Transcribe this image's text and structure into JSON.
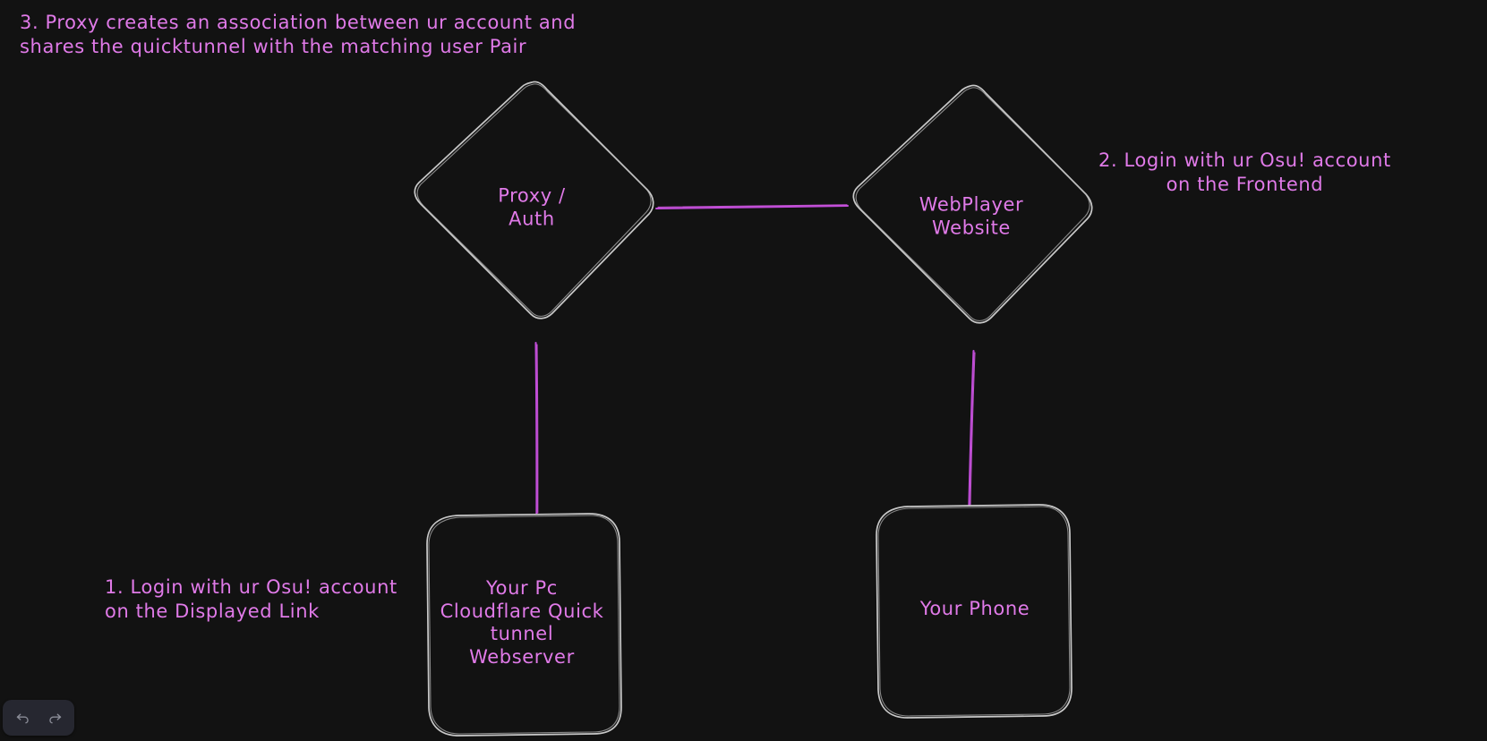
{
  "canvas": {
    "background_color": "#121212",
    "stroke_color": "#c9c9c9",
    "accent_color": "#c04cd8",
    "text_color": "#e07ae8"
  },
  "nodes": [
    {
      "name": "proxy-auth",
      "shape": "diamond",
      "label": "Proxy /\nAuth"
    },
    {
      "name": "webplayer-website",
      "shape": "diamond",
      "label": "WebPlayer\nWebsite"
    },
    {
      "name": "your-pc",
      "shape": "rounded-rectangle",
      "label": "Your Pc\nCloudflare Quick\ntunnel\nWebserver"
    },
    {
      "name": "your-phone",
      "shape": "rounded-rectangle",
      "label": "Your Phone"
    }
  ],
  "annotations": [
    {
      "name": "annotation-1",
      "text": "1. Login with ur Osu! account\non the Displayed Link"
    },
    {
      "name": "annotation-2",
      "text": "2. Login with ur Osu! account\non the Frontend"
    },
    {
      "name": "annotation-3",
      "text": "3. Proxy creates an association between ur account and\nshares the quicktunnel with the matching user Pair"
    }
  ],
  "connectors": [
    {
      "name": "proxy-to-webplayer",
      "from": "proxy-auth",
      "to": "webplayer-website"
    },
    {
      "name": "proxy-to-your-pc",
      "from": "proxy-auth",
      "to": "your-pc"
    },
    {
      "name": "webplayer-to-your-phone",
      "from": "webplayer-website",
      "to": "your-phone"
    }
  ],
  "toolbar": {
    "undo_label": "undo-icon",
    "redo_label": "redo-icon"
  }
}
